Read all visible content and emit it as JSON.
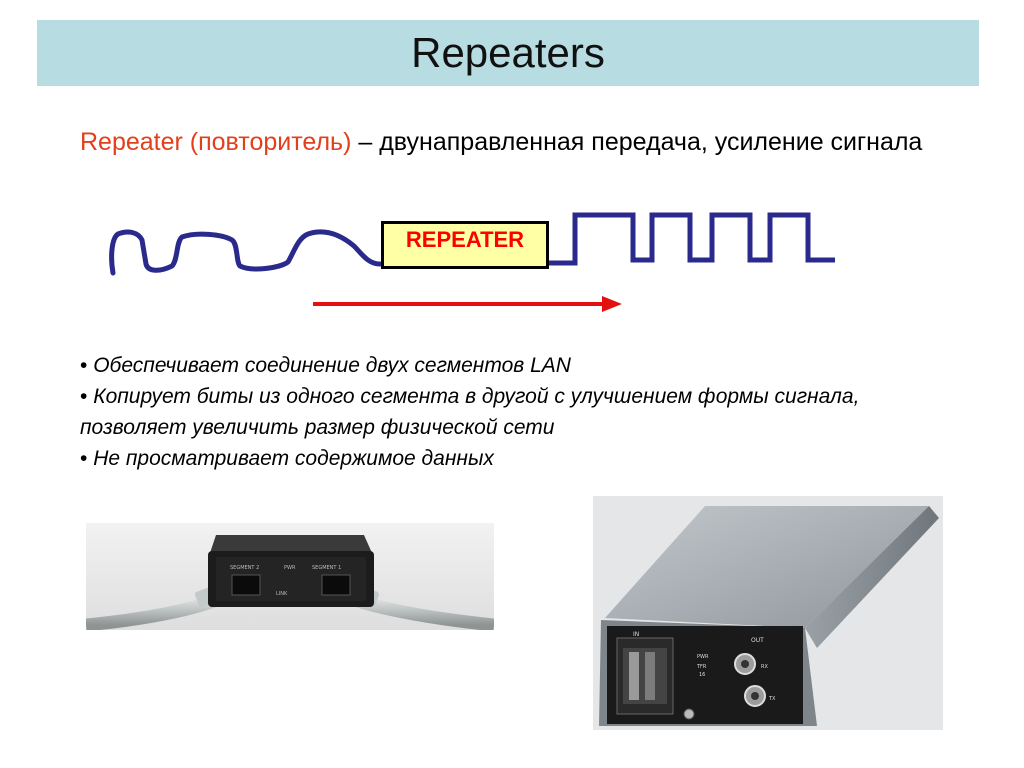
{
  "slide": {
    "title": "Repeaters",
    "intro_term": "Repeater (повторитель)",
    "intro_rest": " – двунаправленная передача, усиление сигнала",
    "repeater_label": "REPEATER",
    "bullets": [
      "Обеспечивает соединение двух сегментов LAN",
      "Копирует биты из одного сегмента в другой с улучшением формы сигнала, позволяет увеличить размер физической сети",
      "Не просматривает содержимое данных"
    ],
    "photo_left": {
      "segment_label_a": "SEGMENT 2",
      "segment_label_b": "SEGMENT 1",
      "center_label": "PWR",
      "link_label": "LINK"
    },
    "photo_right": {
      "in_label": "IN",
      "out_label": "OUT",
      "side_labels": [
        "PWR",
        "TFR",
        "16"
      ],
      "rx_label": "RX",
      "tx_label": "TX"
    }
  },
  "colors": {
    "title_bar": "#b7dde3",
    "term": "#e2401c",
    "wave": "#2a2a8c",
    "arrow": "#e41010",
    "repeater_fill": "#ffffa5",
    "repeater_text": "#ff0000"
  }
}
